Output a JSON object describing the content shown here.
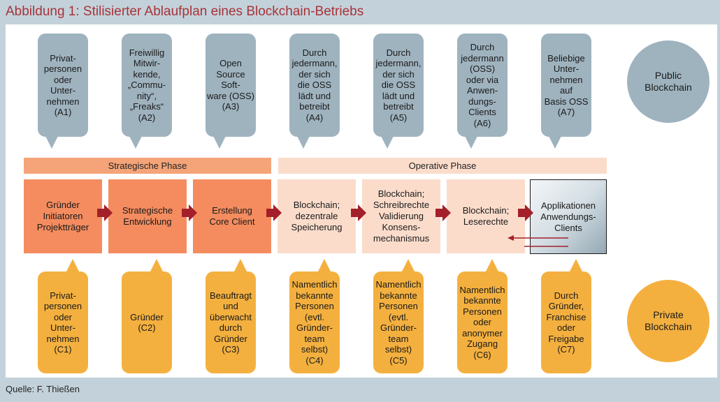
{
  "title": "Abbildung 1: Stilisierter Ablaufplan eines Blockchain-Betriebs",
  "source": "Quelle: F. Thießen",
  "phases": {
    "strategic": "Strategische Phase",
    "operative": "Operative Phase"
  },
  "public_bubbles": [
    "Privat-\npersonen\noder\nUnter-\nnehmen\n(A1)",
    "Freiwillig\nMitwir-\nkende,\n„Commu-\nnity“,\n„Freaks“\n(A2)",
    "Open\nSource\nSoft-\nware (OSS)\n(A3)",
    "Durch\njedermann,\nder sich\ndie OSS\nlädt und\nbetreibt\n(A4)",
    "Durch\njedermann,\nder sich\ndie OSS\nlädt und\nbetreibt\n(A5)",
    "Durch\njedermann\n(OSS)\noder via\nAnwen-\ndungs-\nClients\n(A6)",
    "Beliebige\nUnter-\nnehmen\nauf\nBasis OSS\n(A7)"
  ],
  "process_steps": [
    "Gründer\nInitiatoren\nProjektträger",
    "Strategische\nEntwicklung",
    "Erstellung\nCore Client",
    "Blockchain;\ndezentrale\nSpeicherung",
    "Blockchain;\nSchreibrechte\nValidierung\nKonsens-\nmechanismus",
    "Blockchain;\nLeserechte",
    "Applikationen\nAnwendungs-\nClients"
  ],
  "private_bubbles": [
    "Privat-\npersonen\noder\nUnter-\nnehmen\n(C1)",
    "Gründer\n(C2)",
    "Beauftragt\nund\nüberwacht\ndurch\nGründer\n(C3)",
    "Namentlich\nbekannte\nPersonen\n(evtl.\nGründer-\nteam\nselbst)\n(C4)",
    "Namentlich\nbekannte\nPersonen\n(evtl.\nGründer-\nteam\nselbst)\n(C5)",
    "Namentlich\nbekannte\nPersonen\noder\nanonymer\nZugang\n(C6)",
    "Durch\nGründer,\nFranchise\noder\nFreigabe\n(C7)"
  ],
  "legend": {
    "public": "Public\nBlockchain",
    "private": "Private\nBlockchain"
  },
  "colors": {
    "public": "#9fb3bf",
    "private": "#f4b03f",
    "strategic_box": "#f48c5f",
    "operative_box": "#fbdccb",
    "arrow": "#a3202a",
    "title": "#a8323a"
  }
}
